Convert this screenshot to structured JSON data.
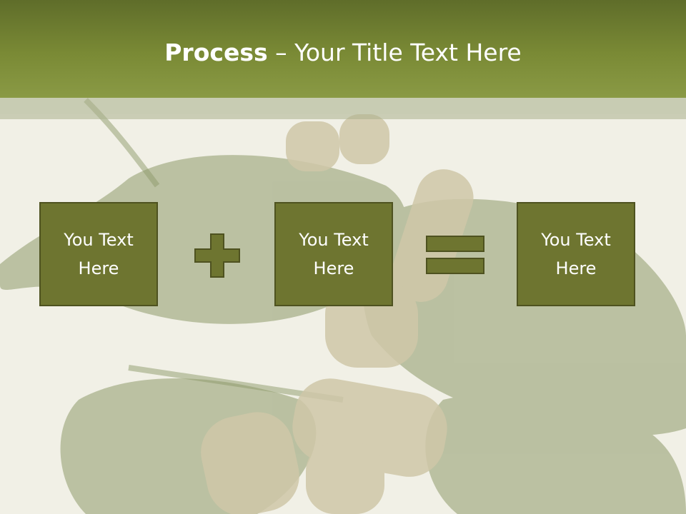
{
  "title": {
    "bold": "Process",
    "dash": " – ",
    "rest": "Your Title Text Here"
  },
  "boxes": [
    {
      "text": "You Text Here"
    },
    {
      "text": "You Text Here"
    },
    {
      "text": "You Text Here"
    }
  ],
  "colors": {
    "header": "#7a8a35",
    "box_fill": "#6e7530",
    "box_border": "#4e5220",
    "text": "#ffffff"
  },
  "icons": {
    "operator_1": "plus-icon",
    "operator_2": "equals-icon"
  }
}
